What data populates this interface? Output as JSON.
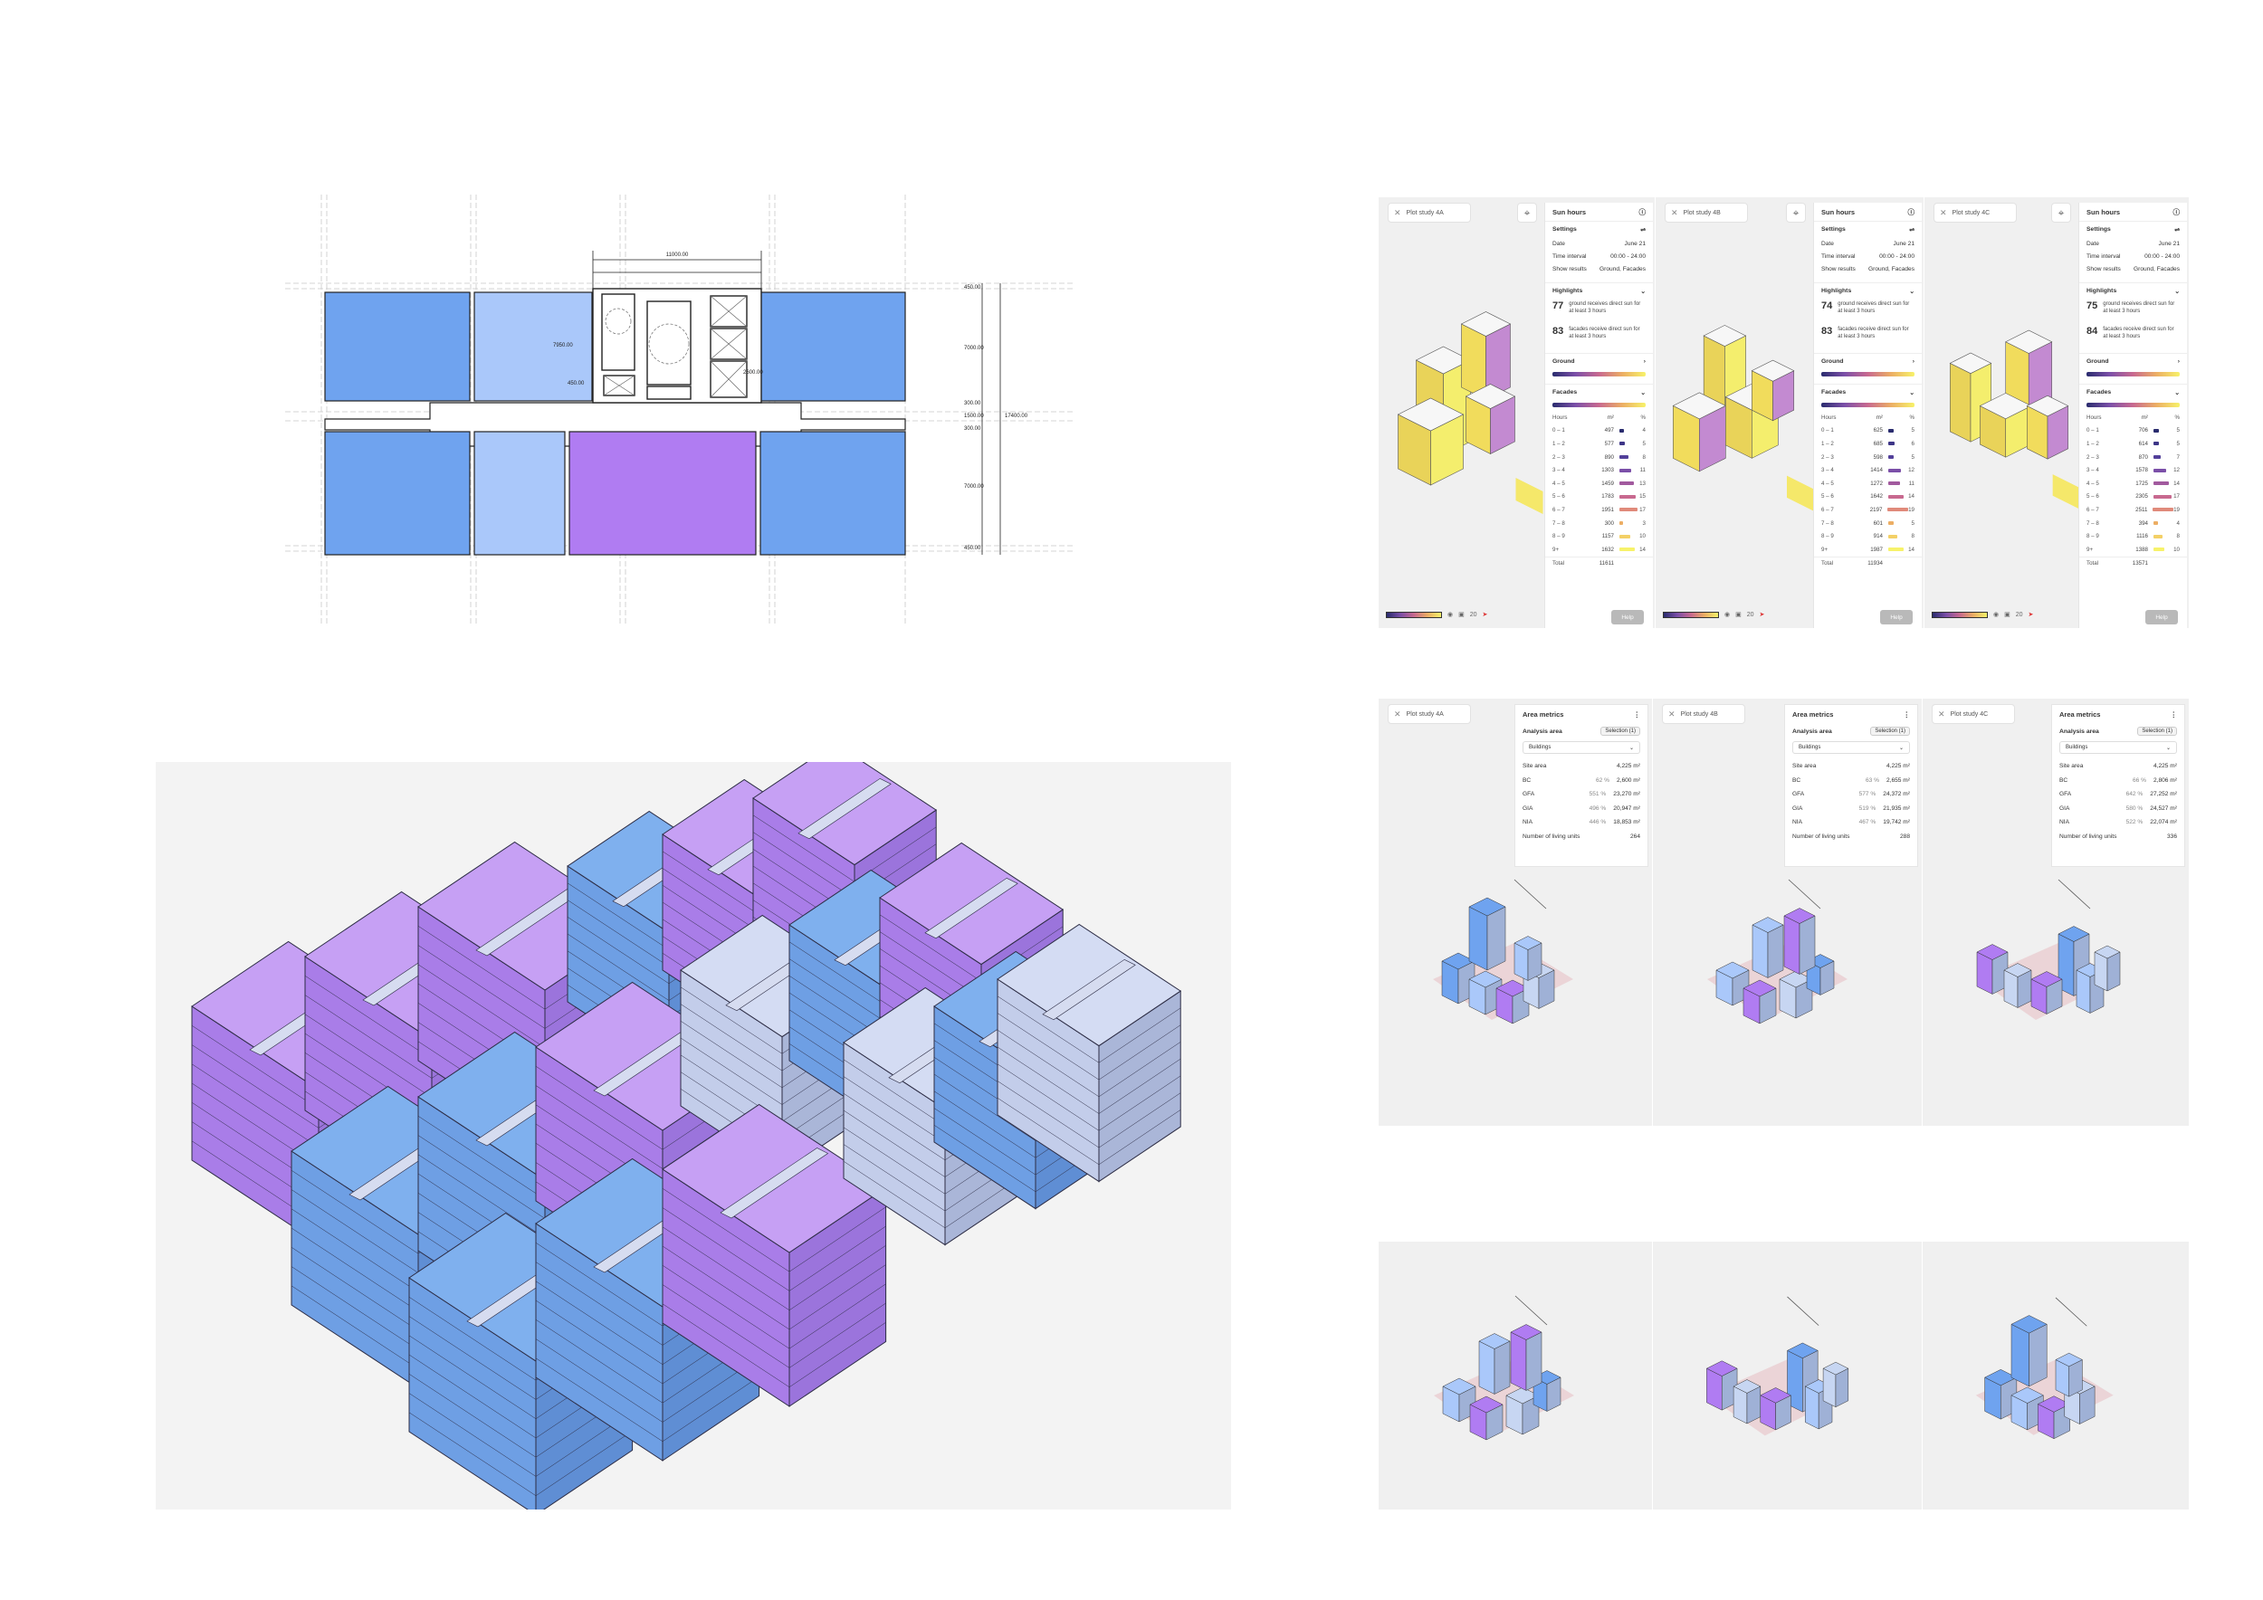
{
  "plan": {
    "dims": {
      "top": "11000.00",
      "right_top": "450.00",
      "right_upper": "7000.00",
      "right_mid_a": "300.00",
      "right_mid_b": "1500.00",
      "right_mid_c": "300.00",
      "right_total": "17400.00",
      "right_lower": "7000.00",
      "right_bottom": "450.00",
      "inner_left": "7950.00",
      "inner_small": "450.00",
      "core_right": "2600.00"
    },
    "colors": {
      "blue": "#6fa3ef",
      "lightblue": "#aac8fa",
      "purple": "#b07cf2"
    }
  },
  "sun_panels": [
    {
      "title": "Plot study 4A",
      "panel_title": "Sun hours",
      "settings_label": "Settings",
      "date_label": "Date",
      "date_value": "June 21",
      "interval_label": "Time interval",
      "interval_value": "00:00 - 24:00",
      "show_label": "Show results",
      "show_value": "Ground, Facades",
      "highlights_label": "Highlights",
      "h1_value": "77",
      "h1_text": "ground receives direct sun for at least 3 hours",
      "h2_value": "83",
      "h2_text": "facades receive direct sun for at least 3 hours",
      "ground_label": "Ground",
      "facades_label": "Facades",
      "col_hours": "Hours",
      "col_area": "m²",
      "col_pct": "%",
      "rows": [
        {
          "h": "0 – 1",
          "a": "497",
          "p": "4"
        },
        {
          "h": "1 – 2",
          "a": "577",
          "p": "5"
        },
        {
          "h": "2 – 3",
          "a": "890",
          "p": "8"
        },
        {
          "h": "3 – 4",
          "a": "1303",
          "p": "11"
        },
        {
          "h": "4 – 5",
          "a": "1459",
          "p": "13"
        },
        {
          "h": "5 – 6",
          "a": "1783",
          "p": "15"
        },
        {
          "h": "6 – 7",
          "a": "1951",
          "p": "17"
        },
        {
          "h": "7 – 8",
          "a": "300",
          "p": "3"
        },
        {
          "h": "8 – 9",
          "a": "1157",
          "p": "10"
        },
        {
          "h": "9+",
          "a": "1632",
          "p": "14"
        }
      ],
      "total_label": "Total",
      "total_value": "11611",
      "legend_value": "20",
      "help_label": "Help"
    },
    {
      "title": "Plot study 4B",
      "panel_title": "Sun hours",
      "settings_label": "Settings",
      "date_label": "Date",
      "date_value": "June 21",
      "interval_label": "Time interval",
      "interval_value": "00:00 - 24:00",
      "show_label": "Show results",
      "show_value": "Ground, Facades",
      "highlights_label": "Highlights",
      "h1_value": "74",
      "h1_text": "ground receives direct sun for at least 3 hours",
      "h2_value": "83",
      "h2_text": "facades receive direct sun for at least 3 hours",
      "ground_label": "Ground",
      "facades_label": "Facades",
      "col_hours": "Hours",
      "col_area": "m²",
      "col_pct": "%",
      "rows": [
        {
          "h": "0 – 1",
          "a": "625",
          "p": "5"
        },
        {
          "h": "1 – 2",
          "a": "685",
          "p": "6"
        },
        {
          "h": "2 – 3",
          "a": "598",
          "p": "5"
        },
        {
          "h": "3 – 4",
          "a": "1414",
          "p": "12"
        },
        {
          "h": "4 – 5",
          "a": "1272",
          "p": "11"
        },
        {
          "h": "5 – 6",
          "a": "1642",
          "p": "14"
        },
        {
          "h": "6 – 7",
          "a": "2197",
          "p": "19"
        },
        {
          "h": "7 – 8",
          "a": "601",
          "p": "5"
        },
        {
          "h": "8 – 9",
          "a": "914",
          "p": "8"
        },
        {
          "h": "9+",
          "a": "1987",
          "p": "14"
        }
      ],
      "total_label": "Total",
      "total_value": "11934",
      "legend_value": "20",
      "help_label": "Help"
    },
    {
      "title": "Plot study 4C",
      "panel_title": "Sun hours",
      "settings_label": "Settings",
      "date_label": "Date",
      "date_value": "June 21",
      "interval_label": "Time interval",
      "interval_value": "00:00 - 24:00",
      "show_label": "Show results",
      "show_value": "Ground, Facades",
      "highlights_label": "Highlights",
      "h1_value": "75",
      "h1_text": "ground receives direct sun for at least 3 hours",
      "h2_value": "84",
      "h2_text": "facades receive direct sun for at least 3 hours",
      "ground_label": "Ground",
      "facades_label": "Facades",
      "col_hours": "Hours",
      "col_area": "m²",
      "col_pct": "%",
      "rows": [
        {
          "h": "0 – 1",
          "a": "706",
          "p": "5"
        },
        {
          "h": "1 – 2",
          "a": "614",
          "p": "5"
        },
        {
          "h": "2 – 3",
          "a": "870",
          "p": "7"
        },
        {
          "h": "3 – 4",
          "a": "1578",
          "p": "12"
        },
        {
          "h": "4 – 5",
          "a": "1725",
          "p": "14"
        },
        {
          "h": "5 – 6",
          "a": "2305",
          "p": "17"
        },
        {
          "h": "6 – 7",
          "a": "2511",
          "p": "19"
        },
        {
          "h": "7 – 8",
          "a": "394",
          "p": "4"
        },
        {
          "h": "8 – 9",
          "a": "1116",
          "p": "8"
        },
        {
          "h": "9+",
          "a": "1388",
          "p": "10"
        }
      ],
      "total_label": "Total",
      "total_value": "13571",
      "legend_value": "20",
      "help_label": "Help"
    }
  ],
  "area_panels": [
    {
      "title": "Plot study 4A",
      "panel_title": "Area metrics",
      "analysis_label": "Analysis area",
      "selection_label": "Selection (1)",
      "dropdown": "Buildings",
      "site_label": "Site area",
      "site_value": "4,225 m²",
      "metrics": [
        {
          "name": "BC",
          "pct": "62 %",
          "val": "2,600 m²"
        },
        {
          "name": "GFA",
          "pct": "551 %",
          "val": "23,270 m²"
        },
        {
          "name": "GIA",
          "pct": "496 %",
          "val": "20,947 m²"
        },
        {
          "name": "NIA",
          "pct": "446 %",
          "val": "18,853 m²"
        }
      ],
      "units_label": "Number of living units",
      "units_value": "264"
    },
    {
      "title": "Plot study 4B",
      "panel_title": "Area metrics",
      "analysis_label": "Analysis area",
      "selection_label": "Selection (1)",
      "dropdown": "Buildings",
      "site_label": "Site area",
      "site_value": "4,225 m²",
      "metrics": [
        {
          "name": "BC",
          "pct": "63 %",
          "val": "2,655 m²"
        },
        {
          "name": "GFA",
          "pct": "577 %",
          "val": "24,372 m²"
        },
        {
          "name": "GIA",
          "pct": "519 %",
          "val": "21,935 m²"
        },
        {
          "name": "NIA",
          "pct": "467 %",
          "val": "19,742 m²"
        }
      ],
      "units_label": "Number of living units",
      "units_value": "288"
    },
    {
      "title": "Plot study 4C",
      "panel_title": "Area metrics",
      "analysis_label": "Analysis area",
      "selection_label": "Selection (1)",
      "dropdown": "Buildings",
      "site_label": "Site area",
      "site_value": "4,225 m²",
      "metrics": [
        {
          "name": "BC",
          "pct": "66 %",
          "val": "2,806 m²"
        },
        {
          "name": "GFA",
          "pct": "642 %",
          "val": "27,252 m²"
        },
        {
          "name": "GIA",
          "pct": "580 %",
          "val": "24,527 m²"
        },
        {
          "name": "NIA",
          "pct": "522 %",
          "val": "22,074 m²"
        }
      ],
      "units_label": "Number of living units",
      "units_value": "336"
    }
  ]
}
